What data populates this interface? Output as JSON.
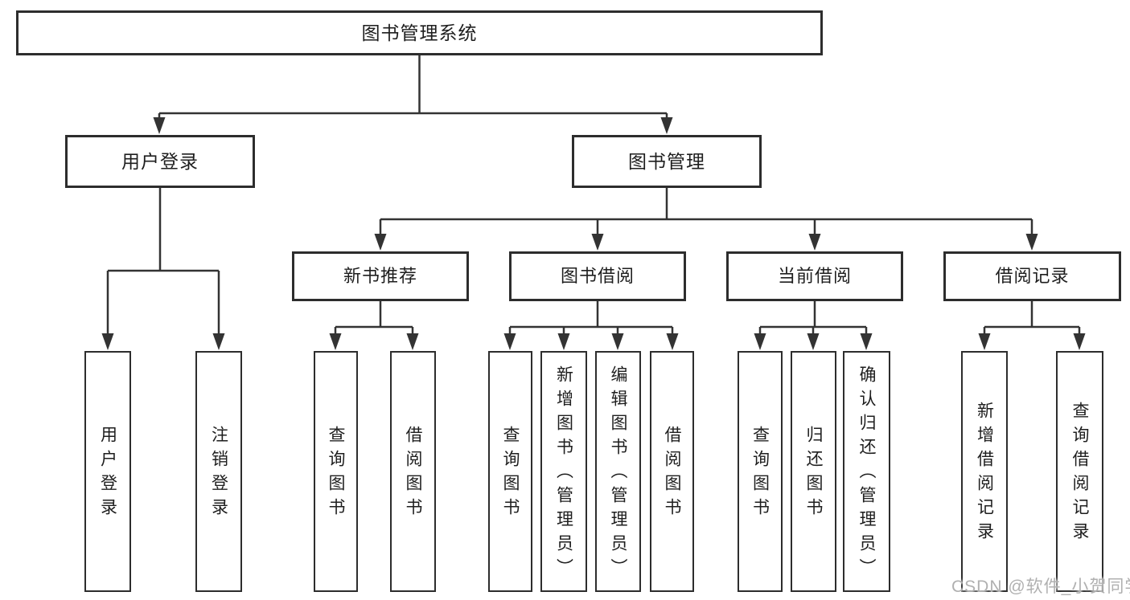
{
  "tree": {
    "root": {
      "label": "图书管理系统"
    },
    "branches": [
      {
        "label": "用户登录",
        "leaves": [
          "用户登录",
          "注销登录"
        ]
      },
      {
        "label": "图书管理",
        "groups": [
          {
            "label": "新书推荐",
            "leaves": [
              "查询图书",
              "借阅图书"
            ]
          },
          {
            "label": "图书借阅",
            "leaves": [
              "查询图书",
              "新增图书（管理员）",
              "编辑图书（管理员）",
              "借阅图书"
            ]
          },
          {
            "label": "当前借阅",
            "leaves": [
              "查询图书",
              "归还图书",
              "确认归还（管理员）"
            ]
          },
          {
            "label": "借阅记录",
            "leaves": [
              "新增借阅记录",
              "查询借阅记录"
            ]
          }
        ]
      }
    ]
  },
  "watermark": {
    "text": "CSDN @软件_小贺同学"
  },
  "colors": {
    "line": "#333333",
    "box_border": "#2d2d2d",
    "box_fill": "#ffffff",
    "text": "#1e1e1e",
    "watermark": "#b0b0b0",
    "background": "#ffffff"
  }
}
